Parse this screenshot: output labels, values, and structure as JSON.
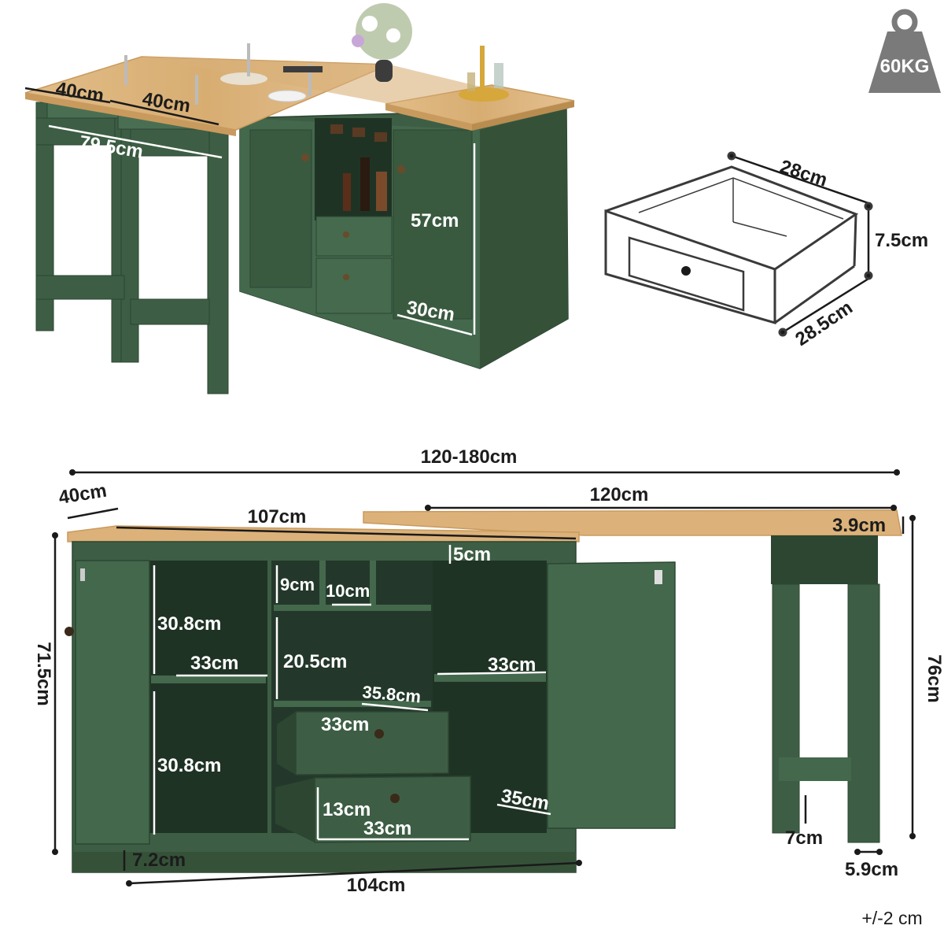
{
  "weight_badge": {
    "label": "60KG",
    "icon": "weight-icon"
  },
  "tolerance": "+/-2 cm",
  "colors": {
    "cabinet": "#3d5e44",
    "cabinet_dark": "#2c4632",
    "wood": "#dcb27a",
    "wood_edge": "#c99a5e",
    "badge": "#7a7a7a"
  },
  "top_view": {
    "table_depth_1": "40cm",
    "table_depth_2": "40cm",
    "table_length": "79.5cm",
    "cabinet_height": "57cm",
    "cabinet_depth": "30cm"
  },
  "drawer": {
    "width": "28cm",
    "height": "7.5cm",
    "depth": "28.5cm"
  },
  "front_view": {
    "total_width": "120-180cm",
    "depth": "40cm",
    "top_length": "107cm",
    "table_top_length": "120cm",
    "top_thickness": "3.9cm",
    "top_rail": "5cm",
    "cubby_height": "9cm",
    "cubby_width": "10cm",
    "left_shelf_upper": "30.8cm",
    "left_shelf_width": "33cm",
    "left_shelf_lower": "30.8cm",
    "center_opening": "20.5cm",
    "center_depth": "35.8cm",
    "drawer1_width": "33cm",
    "drawer2_height": "13cm",
    "drawer2_width": "33cm",
    "right_shelf_width": "33cm",
    "right_depth": "35cm",
    "total_height": "71.5cm",
    "table_height": "76cm",
    "base_height": "7.2cm",
    "base_width": "104cm",
    "leg_gap": "7cm",
    "leg_width": "5.9cm"
  }
}
